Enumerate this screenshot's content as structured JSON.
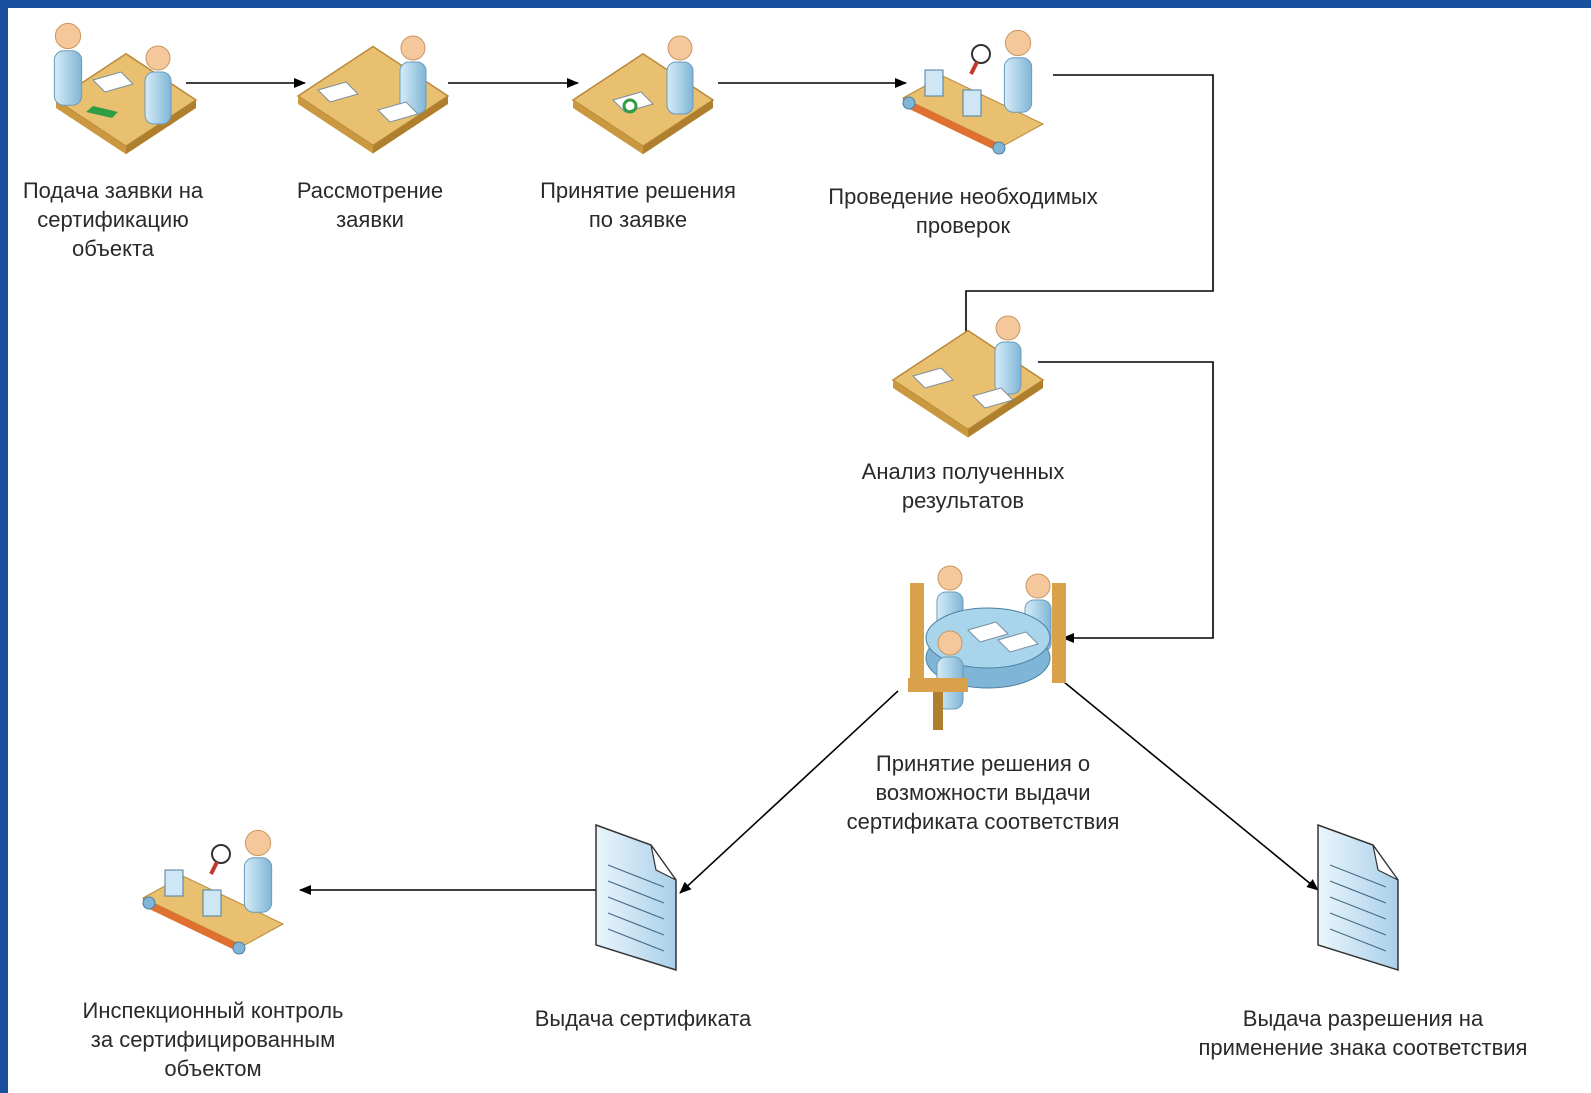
{
  "nodes": [
    {
      "id": "n1",
      "label": "Подача заявки на\nсертификацию\nобъекта",
      "icon": "handover-desk-icon"
    },
    {
      "id": "n2",
      "label": "Рассмотрение\nзаявки",
      "icon": "review-desk-icon"
    },
    {
      "id": "n3",
      "label": "Принятие решения\nпо заявке",
      "icon": "decision-desk-icon"
    },
    {
      "id": "n4",
      "label": "Проведение необходимых\nпроверок",
      "icon": "inspection-conveyor-icon"
    },
    {
      "id": "n5",
      "label": "Анализ полученных\nрезультатов",
      "icon": "analysis-desk-icon"
    },
    {
      "id": "n6",
      "label": "Принятие решения о\nвозможности  выдачи\nсертификата соответствия",
      "icon": "meeting-table-icon"
    },
    {
      "id": "n7",
      "label": "Выдача сертификата",
      "icon": "document-icon"
    },
    {
      "id": "n8",
      "label": "Выдача разрешения на\nприменение знака соответствия",
      "icon": "document-icon"
    },
    {
      "id": "n9",
      "label": "Инспекционный контроль\nза сертифицированным\nобъектом",
      "icon": "inspection-conveyor-icon"
    }
  ],
  "edges": [
    {
      "from": "n1",
      "to": "n2"
    },
    {
      "from": "n2",
      "to": "n3"
    },
    {
      "from": "n3",
      "to": "n4"
    },
    {
      "from": "n4",
      "to": "n5"
    },
    {
      "from": "n5",
      "to": "n6"
    },
    {
      "from": "n6",
      "to": "n7"
    },
    {
      "from": "n6",
      "to": "n8"
    },
    {
      "from": "n7",
      "to": "n9"
    }
  ],
  "colors": {
    "frame": "#1a4f9e",
    "person": "#a8d4ec",
    "skin": "#f4c89a",
    "desk": "#e8c070",
    "belt": "#e07030",
    "document": "#cfe6f5"
  }
}
